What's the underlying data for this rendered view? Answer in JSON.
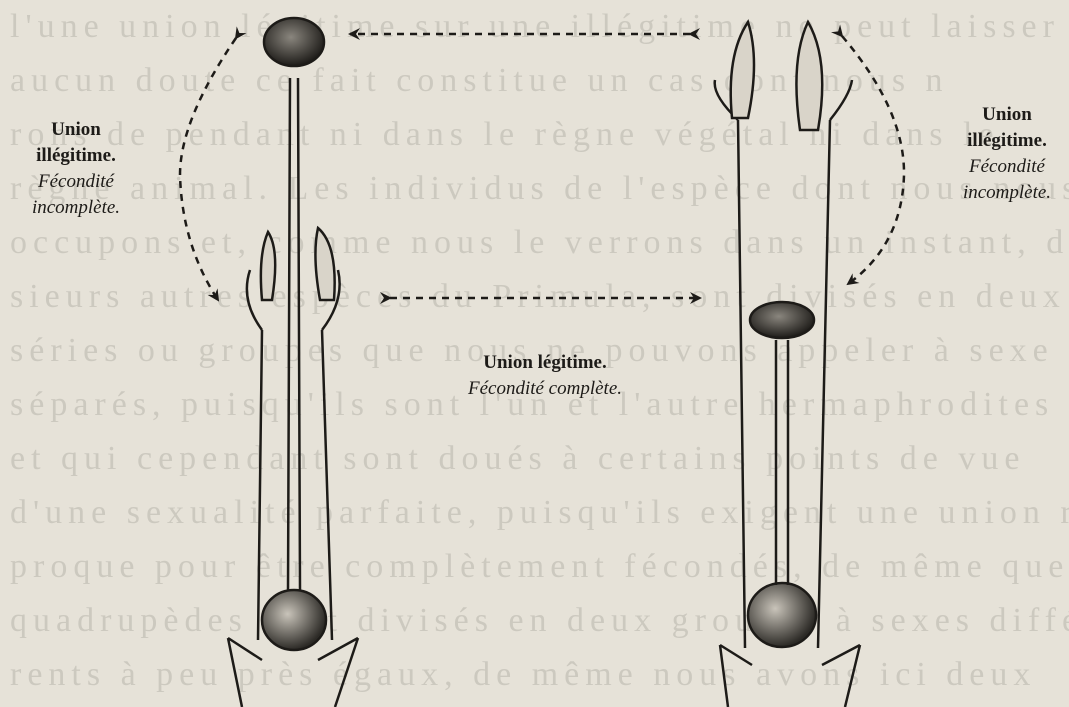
{
  "labels": {
    "left": {
      "title_1": "Union",
      "title_2": "illégitime.",
      "note_1": "Fécondité",
      "note_2": "incomplète."
    },
    "right": {
      "title_1": "Union",
      "title_2": "illégitime.",
      "note_1": "Fécondité",
      "note_2": "incomplète."
    },
    "center": {
      "title": "Union légitime.",
      "note": "Fécondité complète."
    }
  },
  "background_text": [
    "l'une union légitime sur une illégitime ne peut laisser",
    "aucun doute ce fait constitue un cas dont nous n",
    "rons de pendant ni dans le règne végétal ni dans le",
    "règne animal. Les individus de l'espèce dont nous nous",
    "occupons et, comme nous le verrons dans un instant, de plus",
    "sieurs autres espèces du Primula, sont divisés en deux",
    "séries ou groupes que nous ne pouvons appeler à sexe",
    "séparés, puisqu'ils sont l'un et l'autre hermaphrodites",
    "et qui cependant sont doués à certains points de vue",
    "d'une sexualité parfaite, puisqu'ils exigent une union réci",
    "proque pour être complètement fécondés, de même que les",
    "quadrupèdes sont divisés en deux groupes à sexes diffé",
    "rents à peu près égaux, de même nous avons ici deux"
  ],
  "colors": {
    "paper": "#e6e2d8",
    "ink": "#1d1b18"
  }
}
